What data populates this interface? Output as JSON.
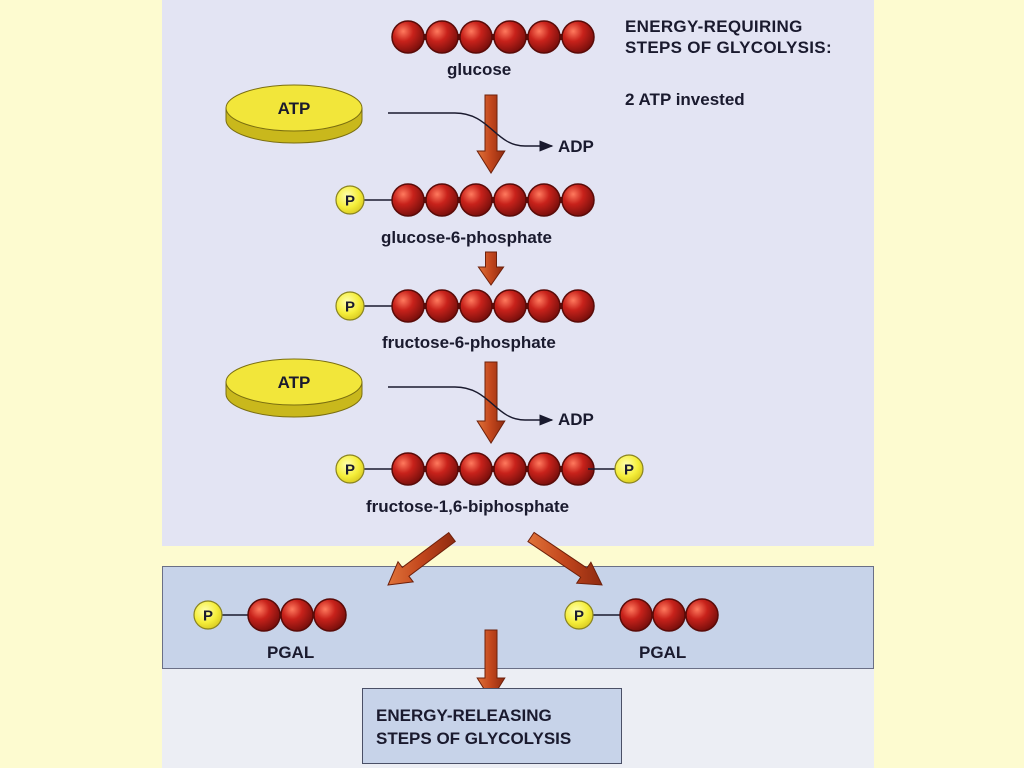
{
  "heading": {
    "line1": "ENERGY-REQUIRING",
    "line2": "STEPS OF GLYCOLYSIS:",
    "sub": "2 ATP invested"
  },
  "molecules": {
    "glucose": "glucose",
    "g6p": "glucose-6-phosphate",
    "f6p": "fructose-6-phosphate",
    "f16bp": "fructose-1,6-biphosphate",
    "pgal_left": "PGAL",
    "pgal_right": "PGAL"
  },
  "atp_label": "ATP",
  "adp_label": "ADP",
  "phosphate_label": "P",
  "release": {
    "line1": "ENERGY-RELEASING",
    "line2": "STEPS OF GLYCOLYSIS"
  },
  "colors": {
    "background": "#fdfbd0",
    "panel": "#e3e4f3",
    "band": "#c7d3e9",
    "carbon": "#c0201a",
    "phosphate": "#f5ee3a",
    "atp_disc": "#f2e63a",
    "arrow": "#c2461c"
  }
}
